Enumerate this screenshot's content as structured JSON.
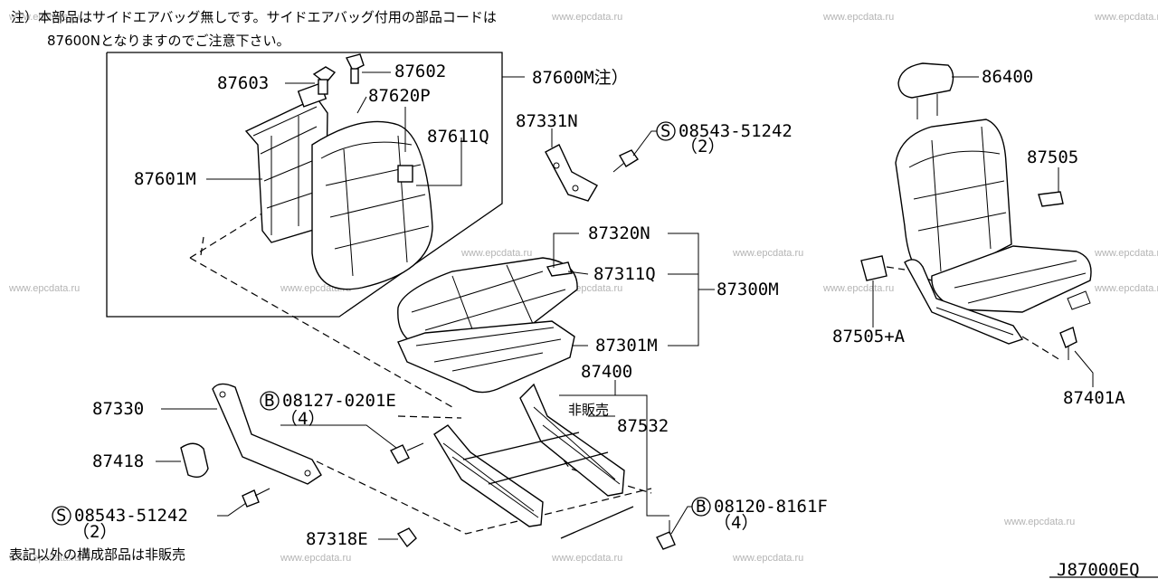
{
  "notes": {
    "line1": "注）本部品はサイドエアバッグ無しです。サイドエアバッグ付用の部品コードは",
    "line2": "87600Nとなりますのでご注意下さい。",
    "footer": "表記以外の構成部品は非販売"
  },
  "watermark": "www.epcdata.ru",
  "diagram_code": "J87000EQ",
  "labels": {
    "p87603": "87603",
    "p87602": "87602",
    "p87620p": "87620P",
    "p87600m": "87600M注）",
    "p87611q": "87611Q",
    "p87601m": "87601M",
    "p87331n": "87331N",
    "p08543_top": "08543-51242",
    "p08543_top_qty": "（2）",
    "p87320n": "87320N",
    "p87311q": "87311Q",
    "p87300m": "87300M",
    "p87301m": "87301M",
    "p87400": "87400",
    "hihanbai": "非販売",
    "p87532": "87532",
    "p87330": "87330",
    "p08127": "08127-0201E",
    "p08127_qty": "（4）",
    "p87418": "87418",
    "p08543_bot": "08543-51242",
    "p08543_bot_qty": "（2）",
    "p87318e": "87318E",
    "p08120": "08120-8161F",
    "p08120_qty": "（4）",
    "p86400": "86400",
    "p87505": "87505",
    "p87505a": "87505+A",
    "p87401a": "87401A"
  },
  "symbols": {
    "screw": "S",
    "bolt": "B"
  }
}
